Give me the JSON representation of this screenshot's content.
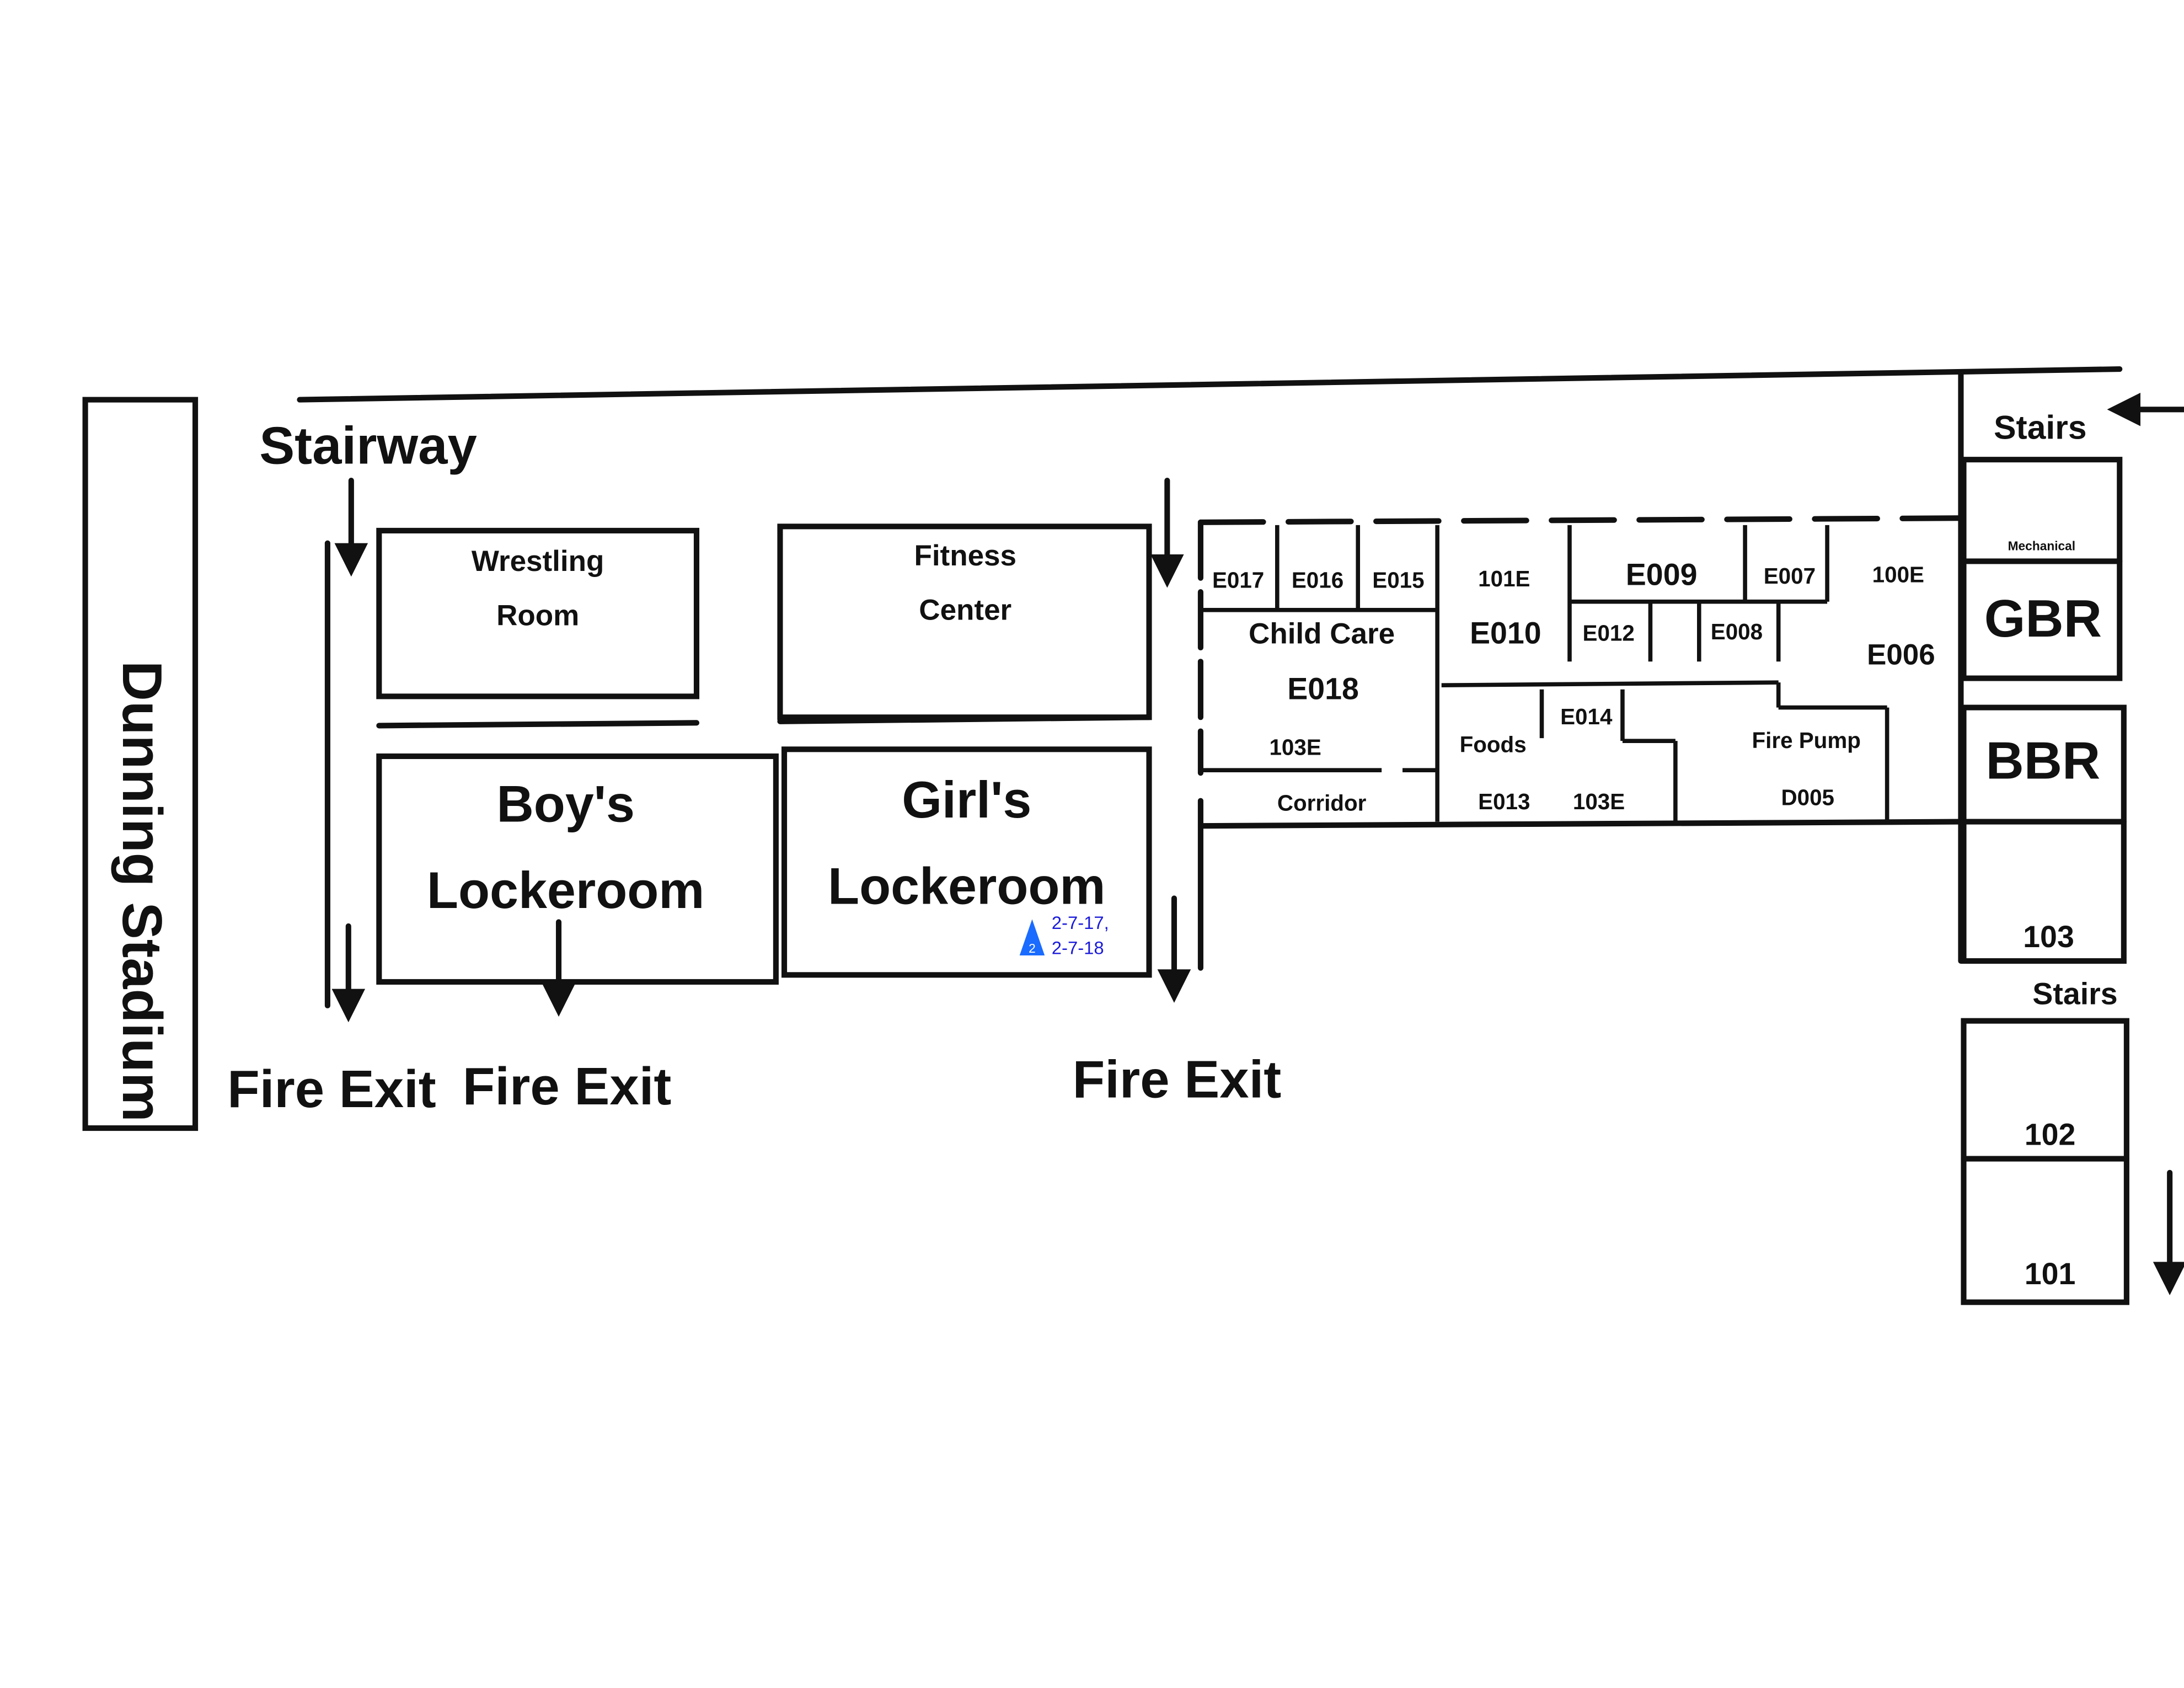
{
  "stadium": "Dunning Stadium",
  "stairway": "Stairway",
  "stairs_top": "Stairs",
  "stairs_mid": "Stairs",
  "fire_exits": [
    "Fire Exit",
    "Fire Exit",
    "Fire Exit"
  ],
  "gym_rooms": {
    "wrestling_1": "Wrestling",
    "wrestling_2": "Room",
    "fitness_1": "Fitness",
    "fitness_2": "Center",
    "boys_1": "Boy's",
    "boys_2": "Lockeroom",
    "girls_1": "Girl's",
    "girls_2": "Lockeroom"
  },
  "east_rooms": {
    "e017": "E017",
    "e016": "E016",
    "e015": "E015",
    "r101e": "101E",
    "e009": "E009",
    "e007": "E007",
    "r100e": "100E",
    "child_care": "Child Care",
    "e010": "E010",
    "e012": "E012",
    "e008": "E008",
    "e006": "E006",
    "e018": "E018",
    "e014": "E014",
    "foods": "Foods",
    "fire_pump": "Fire Pump",
    "r103e_a": "103E",
    "corridor": "Corridor",
    "e013": "E013",
    "r103e_b": "103E",
    "d005": "D005"
  },
  "right_rooms": {
    "mechanical": "Mechanical",
    "gbr": "GBR",
    "bbr": "BBR",
    "r103": "103",
    "r102": "102",
    "r101": "101"
  },
  "annotation": {
    "line1": "2-7-17,",
    "line2": "2-7-18",
    "marker": "2",
    "color": "#1a6bff"
  }
}
